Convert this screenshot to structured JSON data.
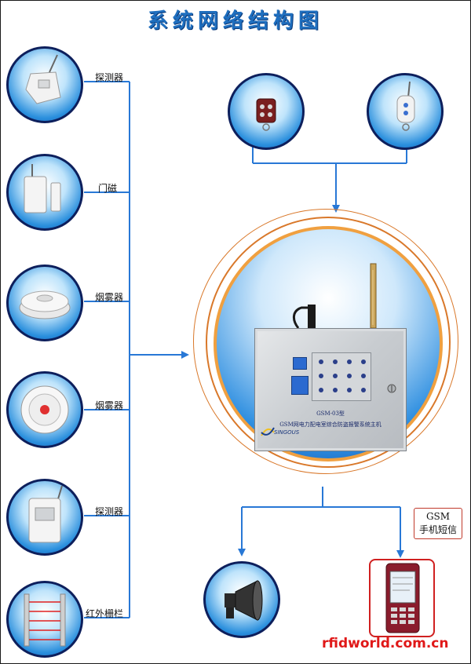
{
  "title": "系统网络结构图",
  "sensors": [
    {
      "label": "探测器",
      "icon": "pir-detector-icon"
    },
    {
      "label": "门磁",
      "icon": "door-magnet-icon"
    },
    {
      "label": "烟雾器",
      "icon": "smoke-detector-icon"
    },
    {
      "label": "烟雾器",
      "icon": "smoke-detector-icon"
    },
    {
      "label": "探测器",
      "icon": "pir-detector-icon"
    },
    {
      "label": "红外栅栏",
      "icon": "infrared-fence-icon"
    }
  ],
  "remotes": [
    {
      "icon": "remote-control-icon"
    },
    {
      "icon": "remote-control-icon"
    }
  ],
  "host": {
    "model": "GSM-03型",
    "name": "GSM网电力配电室综合防盗报警系统主机",
    "brand": "SINGOUS"
  },
  "outputs": {
    "siren_icon": "siren-icon",
    "phone_icon": "mobile-phone-icon",
    "sms_label_line1": "GSM",
    "sms_label_line2": "手机短信"
  },
  "watermark": "rfidworld.com.cn",
  "colors": {
    "line": "#2878d6",
    "ring_outer": "#d9782a",
    "circle_border": "#0d1f5c",
    "watermark": "#e01818"
  }
}
